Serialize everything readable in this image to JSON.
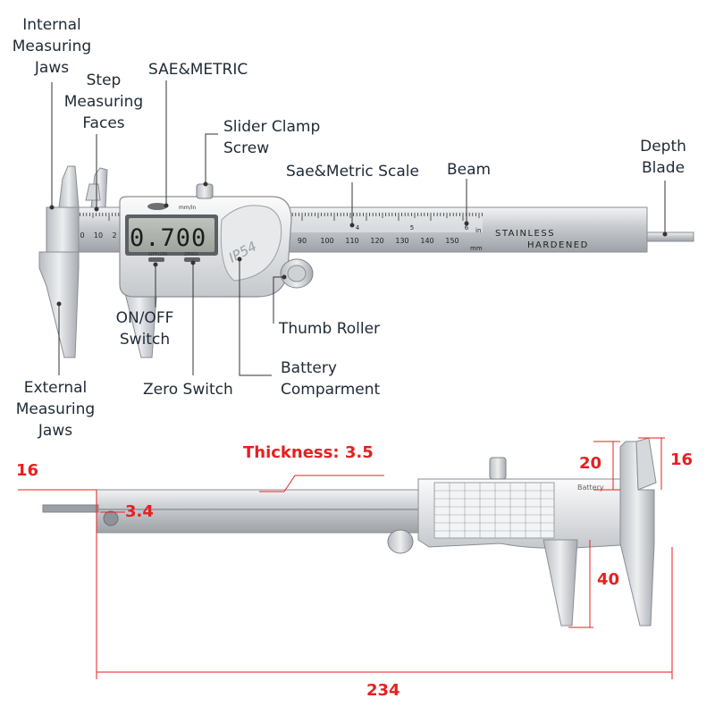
{
  "labels": {
    "internal_jaws": [
      "Internal",
      "Measuring",
      "Jaws"
    ],
    "step_faces": [
      "Step",
      "Measuring",
      "Faces"
    ],
    "sae_metric": "SAE&METRIC",
    "slider_clamp": [
      "Slider Clamp",
      "Screw"
    ],
    "sae_metric_scale": "Sae&Metric Scale",
    "beam": "Beam",
    "depth_blade": [
      "Depth",
      "Blade"
    ],
    "on_off_switch": [
      "ON/OFF",
      "Switch"
    ],
    "thumb_roller": "Thumb Roller",
    "battery": [
      "Battery",
      "Comparment"
    ],
    "zero_switch": "Zero Switch",
    "external_jaws": [
      "External",
      "Measuring",
      "Jaws"
    ]
  },
  "device": {
    "lcd_reading": "0.700",
    "unit_label": "mm/in",
    "button_onoff": "OFF/ON",
    "button_zero": "ZERO",
    "ip_rating": "IP54",
    "beam_text_1": "STAINLESS",
    "beam_text_2": "HARDENED",
    "scale_unit_in": "in",
    "scale_unit_mm": "mm",
    "main_scale_ticks": [
      "0",
      "10",
      "2"
    ],
    "beam_scale_ticks": [
      "90",
      "100",
      "110",
      "120",
      "130",
      "140",
      "150"
    ],
    "inch_ticks": [
      "4",
      "5",
      "6"
    ],
    "rear_label": "Battery"
  },
  "dimensions": {
    "thickness_label": "Thickness:",
    "thickness_value": "3.5",
    "d16_left": "16",
    "d34": "3.4",
    "d20": "20",
    "d16_right": "16",
    "d40": "40",
    "d234": "234"
  },
  "colors": {
    "label_text": "#1f2a36",
    "dimension_text": "#e62020",
    "leader_line": "#333333",
    "steel": "#c9ccd0"
  }
}
